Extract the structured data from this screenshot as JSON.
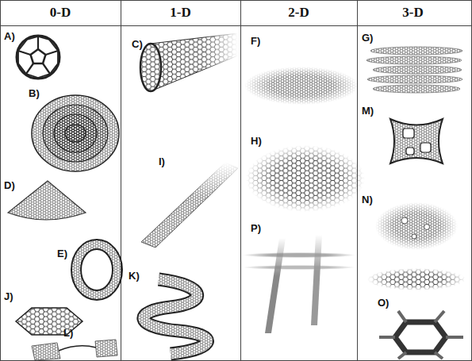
{
  "diagram": {
    "labels": [
      "0-D",
      "1-D",
      "2-D",
      "3-D",
      "A)",
      "B)",
      "C)",
      "D)",
      "E)",
      "F)",
      "G)",
      "H)",
      "I)",
      "J)",
      "K)",
      "L)",
      "M)",
      "N)",
      "O)",
      "P)"
    ]
  }
}
